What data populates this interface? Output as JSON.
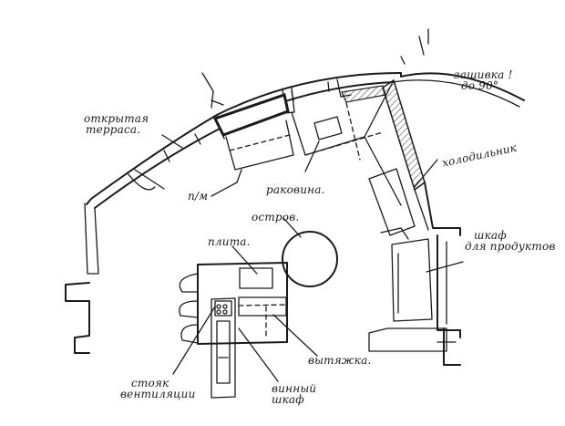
{
  "labels": {
    "terrace_line1": "открытая",
    "terrace_line2": "терраса.",
    "closing_line1": "зашивка !",
    "closing_line2": "до 90°.",
    "fridge": "холодильник",
    "pantry_line1": "шкаф",
    "pantry_line2": "для продуктов",
    "island": "остров.",
    "sink": "раковина.",
    "pn": "п/м",
    "hob": "плита.",
    "hood": "вытяжка.",
    "rack_line1": "стояк",
    "rack_line2": "вентиляции",
    "wine_line1": "винный",
    "wine_line2": "шкаф"
  },
  "colors": {
    "ink": "#1a1a1a",
    "paper": "#ffffff"
  }
}
